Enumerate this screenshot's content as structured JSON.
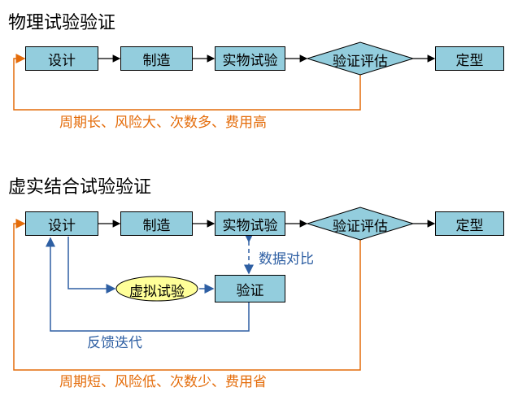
{
  "sections": [
    {
      "title": "物理试验验证",
      "steps": [
        "设计",
        "制造",
        "实物试验",
        "验证评估",
        "定型"
      ],
      "feedback_note": "周期长、风险大、次数多、费用高"
    },
    {
      "title": "虚实结合试验验证",
      "steps": [
        "设计",
        "制造",
        "实物试验",
        "验证评估",
        "定型"
      ],
      "virtual_test": "虚拟试验",
      "verify": "验证",
      "data_compare": "数据对比",
      "iteration": "反馈迭代",
      "feedback_note": "周期短、风险低、次数少、费用省"
    }
  ],
  "colors": {
    "box_fill": "#93cddd",
    "ellipse_fill": "#ffff99",
    "orange_line": "#e46c0a",
    "blue_line": "#2e5fa3"
  }
}
